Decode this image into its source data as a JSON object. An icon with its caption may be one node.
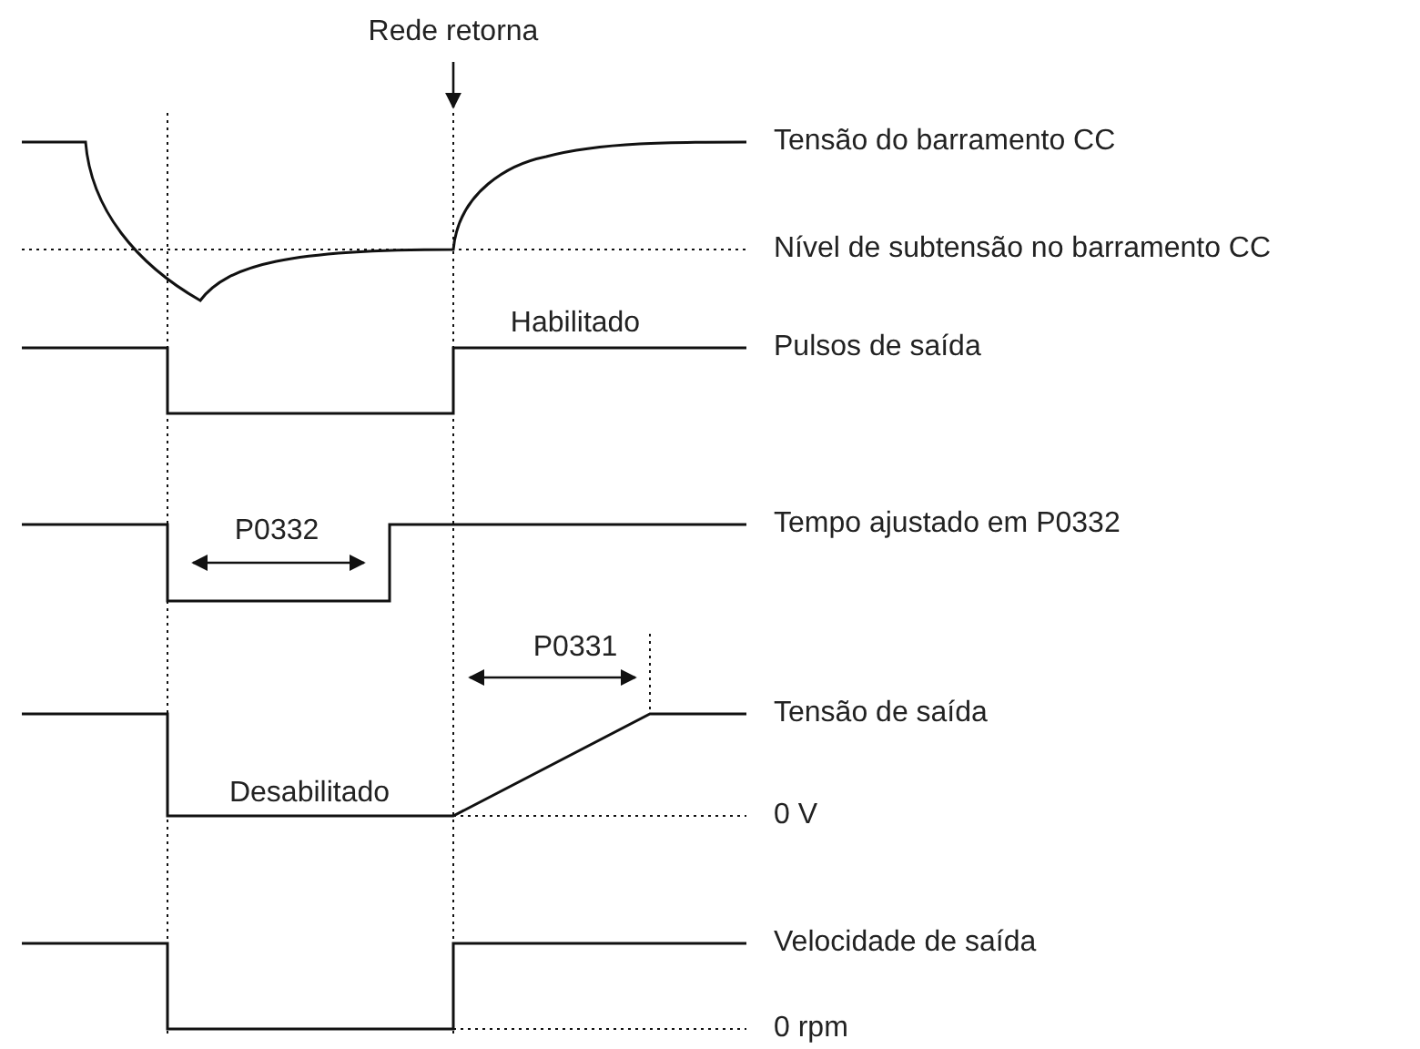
{
  "diagram": {
    "labels": [
      "Rede retorna",
      "Tensão do barramento CC",
      "Nível de subtensão no barramento CC",
      "Habilitado",
      "Pulsos de saída",
      "P0332",
      "Tempo ajustado em P0332",
      "P0331",
      "Tensão de saída",
      "Desabilitado",
      "0 V",
      "Velocidade de saída",
      "0 rpm"
    ]
  }
}
